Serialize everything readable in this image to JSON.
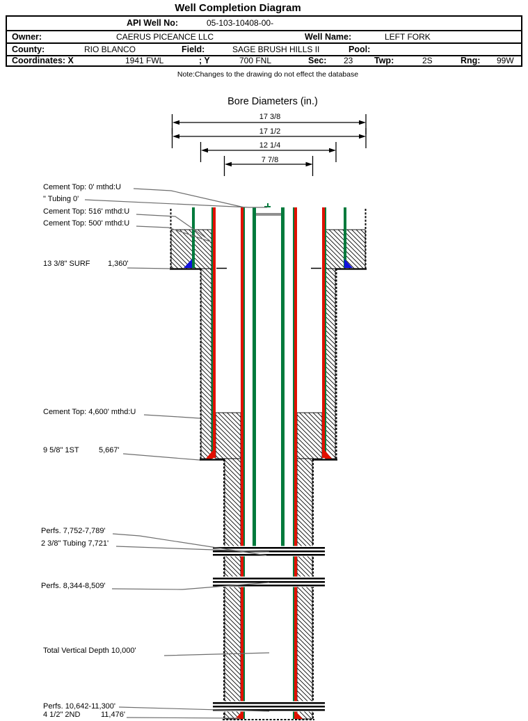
{
  "header": {
    "title": "Well Completion Diagram",
    "note": "Note:Changes to the drawing do not effect the database",
    "table": {
      "api_label": "API Well No:",
      "api_value": "05-103-10408-00-",
      "owner_label": "Owner:",
      "owner_value": "CAERUS PICEANCE LLC",
      "well_name_label": "Well Name:",
      "well_name_value": "LEFT FORK",
      "county_label": "County:",
      "county_value": "RIO BLANCO",
      "field_label": "Field:",
      "field_value": "SAGE BRUSH HILLS II",
      "pool_label": "Pool:",
      "pool_value": "",
      "coordinates_label": "Coordinates: X",
      "x_value": "1941 FWL",
      "y_label": "; Y",
      "y_value": "700 FNL",
      "sec_label": "Sec:",
      "sec_value": "23",
      "twp_label": "Twp:",
      "twp_value": "2S",
      "rng_label": "Rng:",
      "rng_value": "99W"
    }
  },
  "bore_diameters": {
    "title": "Bore Diameters (in.)",
    "dims": [
      {
        "label": "17 3/8"
      },
      {
        "label": "17 1/2"
      },
      {
        "label": "12 1/4"
      },
      {
        "label": "7 7/8"
      }
    ]
  },
  "schematic": {
    "labels": {
      "cement_top_0": "Cement Top: 0' mthd:U",
      "tubing_0": "\" Tubing 0'",
      "cement_top_516": "Cement Top: 516' mthd:U",
      "cement_top_500": "Cement Top: 500' mthd:U",
      "surf_casing": "13 3/8\" SURF",
      "surf_depth": "1,360'",
      "cement_top_4600": "Cement Top: 4,600' mthd:U",
      "first_casing": "9 5/8\" 1ST",
      "first_depth": "5,667'",
      "perfs_upper": "Perfs. 7,752-7,789'",
      "tubing": "2 3/8\" Tubing 7,721'",
      "perfs_middle": "Perfs. 8,344-8,509'",
      "tvd": "Total Vertical Depth 10,000'",
      "perfs_lower": "Perfs. 10,642-11,300'",
      "second_casing": "4 1/2\" 2ND",
      "second_depth": "11,476'"
    },
    "colors": {
      "casing_red": "#e11000",
      "casing_green": "#007a3c",
      "shoe_blue": "#1111dd",
      "leader_gray": "#6e6e6e"
    }
  }
}
